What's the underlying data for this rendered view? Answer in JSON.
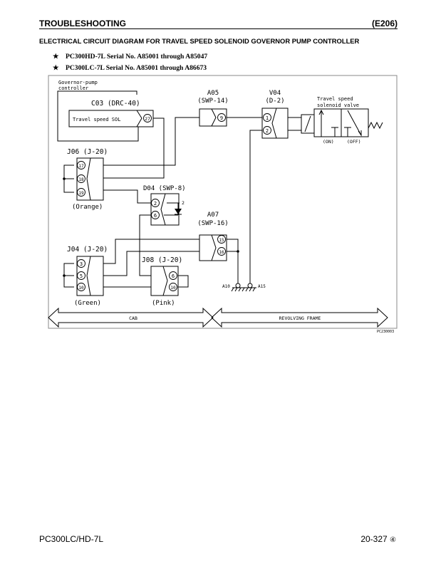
{
  "header": {
    "section": "TROUBLESHOOTING",
    "code": "(E206)"
  },
  "subtitle": "ELECTRICAL CIRCUIT DIAGRAM FOR TRAVEL SPEED SOLENOID GOVERNOR PUMP CONTROLLER",
  "applicability": [
    {
      "icon": "star-icon",
      "glyph": "★",
      "text": "PC300HD-7L Serial No. A85001 through A85047"
    },
    {
      "icon": "star-icon",
      "glyph": "★",
      "text": "PC300LC-7L Serial No. A85001 through A86673"
    }
  ],
  "diagram": {
    "controller_label_1": "Governor·pump",
    "controller_label_2": "controller",
    "c03": {
      "name": "C03 (DRC-40)",
      "inner": "Travel speed SOL",
      "pin": "27"
    },
    "a05": {
      "name": "A05",
      "type": "(SWP-14)",
      "pin": "9"
    },
    "v04": {
      "name": "V04",
      "type": "(D-2)",
      "pins": [
        "1",
        "2"
      ]
    },
    "valve": {
      "label_1": "Travel speed",
      "label_2": "solenoid valve",
      "on": "(ON)",
      "off": "(OFF)"
    },
    "j06": {
      "name": "J06 (J-20)",
      "pins": [
        "17",
        "18",
        "19"
      ],
      "color": "(Orange)"
    },
    "d04": {
      "name": "D04 (SWP-8)",
      "pins": [
        "2",
        "6"
      ],
      "diode_label": "2"
    },
    "a07": {
      "name": "A07",
      "type": "(SWP-16)",
      "pins": [
        "15",
        "16"
      ]
    },
    "j04": {
      "name": "J04 (J-20)",
      "pins": [
        "3",
        "5",
        "10"
      ],
      "color": "(Green)"
    },
    "j08": {
      "name": "J08 (J-20)",
      "pins": [
        "6",
        "10"
      ],
      "color": "(Pink)"
    },
    "grounds": [
      "A10",
      "A15"
    ],
    "zones": {
      "left": "CAB",
      "right": "REVOLVING FRAME"
    },
    "figure_id": "PC230003"
  },
  "footer": {
    "model": "PC300LC/HD-7L",
    "page": "20-327",
    "revision": "④"
  }
}
